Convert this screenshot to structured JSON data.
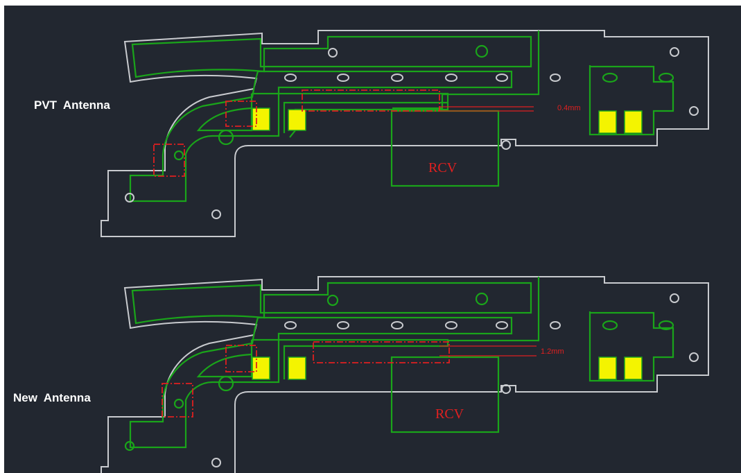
{
  "pvt_section": {
    "label": "PVT  Antenna",
    "gap_dimension": "0.4mm",
    "component_label": "RCV"
  },
  "new_section": {
    "label": "New  Antenna",
    "gap_dimension": "1.2mm",
    "component_label": "RCV"
  },
  "colors": {
    "background": "#222730",
    "board_outline": "#c9cbcf",
    "antenna_trace": "#1aa51a",
    "contact_pad": "#f4f400",
    "annotation": "#e02020"
  }
}
